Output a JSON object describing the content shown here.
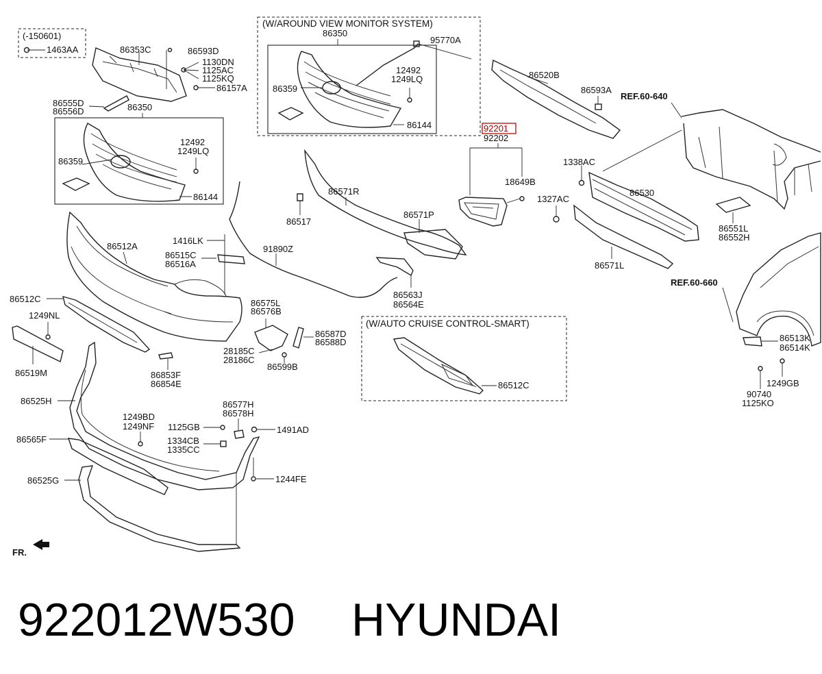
{
  "part_number": "922012W530",
  "brand": "HYUNDAI",
  "front_marker": "FR.",
  "highlighted_label": "92201",
  "boxes": {
    "early_date": "(-150601)",
    "around_view": "(W/AROUND VIEW MONITOR SYSTEM)",
    "auto_cruise": "(W/AUTO CRUISE CONTROL-SMART)"
  },
  "refs": [
    "REF.60-640",
    "REF.60-660"
  ],
  "labels": {
    "l1463AA": "1463AA",
    "l86353C": "86353C",
    "l86593D": "86593D",
    "l1130DN": "1130DN",
    "l1125AC": "1125AC",
    "l1125KQ": "1125KQ",
    "l86157A": "86157A",
    "l86555D": "86555D",
    "l86556D": "86556D",
    "l86350a": "86350",
    "l12492a": "12492",
    "l1249LQa": "1249LQ",
    "l86359a": "86359",
    "l86144a": "86144",
    "l86350b": "86350",
    "l95770A": "95770A",
    "l12492b": "12492",
    "l1249LQb": "1249LQ",
    "l86359b": "86359",
    "l86144b": "86144",
    "l86520B": "86520B",
    "l86593A": "86593A",
    "l92202": "92202",
    "l18649B": "18649B",
    "l1338AC": "1338AC",
    "l1327AC": "1327AC",
    "l86530": "86530",
    "l86551L": "86551L",
    "l86552H": "86552H",
    "l86571L": "86571L",
    "l86571R": "86571R",
    "l86517": "86517",
    "l86571P": "86571P",
    "l86512A": "86512A",
    "l1416LK": "1416LK",
    "l86515C": "86515C",
    "l86516A": "86516A",
    "l91890Z": "91890Z",
    "l86563J": "86563J",
    "l86564E": "86564E",
    "l86512Ca": "86512C",
    "l1249NL": "1249NL",
    "l86519M": "86519M",
    "l86575L": "86575L",
    "l86576B": "86576B",
    "l86587D": "86587D",
    "l86588D": "86588D",
    "l28185C": "28185C",
    "l28186C": "28186C",
    "l86599B": "86599B",
    "l86853F": "86853F",
    "l86854E": "86854E",
    "l86512Cb": "86512C",
    "l86513K": "86513K",
    "l86514K": "86514K",
    "l1249GB": "1249GB",
    "l90740": "90740",
    "l1125KO": "1125KO",
    "l86525H": "86525H",
    "l1249BD": "1249BD",
    "l1249NF": "1249NF",
    "l1125GB": "1125GB",
    "l86577H": "86577H",
    "l86578H": "86578H",
    "l1491AD": "1491AD",
    "l1334CB": "1334CB",
    "l1335CC": "1335CC",
    "l86565F": "86565F",
    "l1244FE": "1244FE",
    "l86525G": "86525G"
  }
}
